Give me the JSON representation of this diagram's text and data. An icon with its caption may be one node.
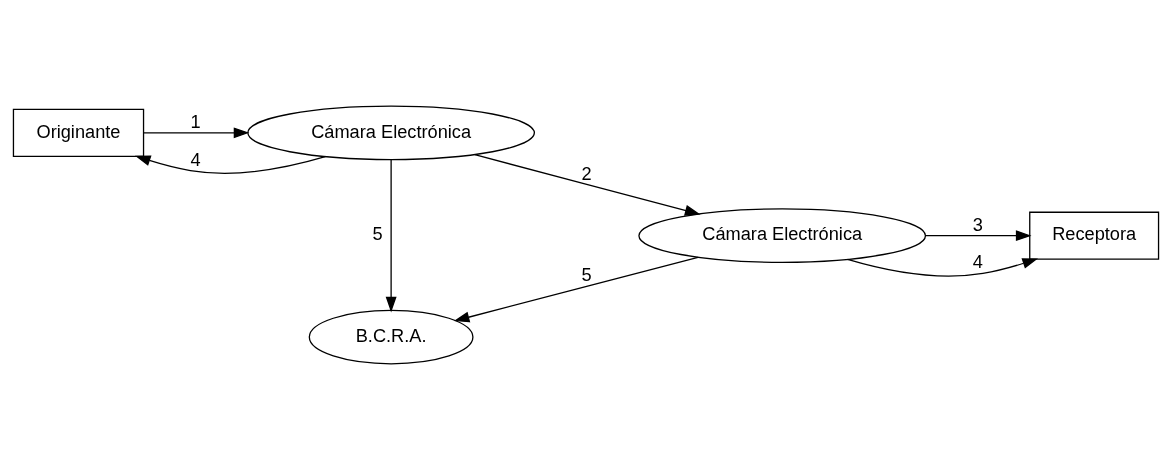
{
  "diagram": {
    "nodes": [
      {
        "text": [
          "Originante"
        ]
      },
      {
        "text": [
          "Cámara Electrónica"
        ]
      },
      {
        "text": [
          "Cámara Electrónica"
        ]
      },
      {
        "text": [
          "Receptora"
        ]
      },
      {
        "text": [
          "B.C.R.A."
        ]
      }
    ],
    "edges": [
      {
        "from": 0,
        "to": 1,
        "arrow": "to",
        "label": "1"
      },
      {
        "from": 1,
        "to": 2,
        "arrow": "to",
        "label": "2"
      },
      {
        "from": 2,
        "to": 3,
        "arrow": "to",
        "label": "3"
      },
      {
        "from": 1,
        "to": 0,
        "arrow": "to",
        "label": "4"
      },
      {
        "from": 2,
        "to": 3,
        "arrow": "to",
        "label": "4"
      },
      {
        "from": 1,
        "to": 4,
        "arrow": "to",
        "label": "5"
      },
      {
        "from": 2,
        "to": 4,
        "arrow": "to",
        "label": "5"
      }
    ]
  }
}
